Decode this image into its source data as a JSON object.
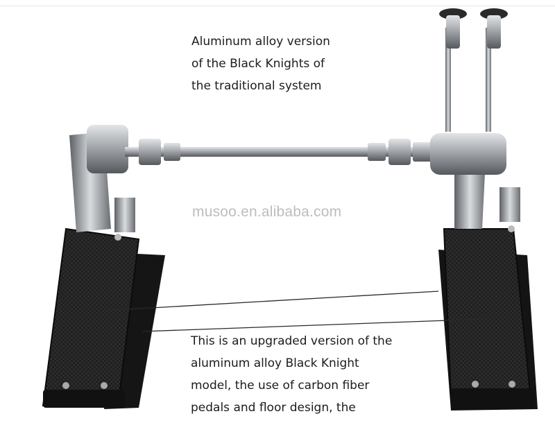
{
  "caption_top": {
    "lines": [
      "Aluminum alloy version",
      "of the Black Knights of",
      "the traditional system"
    ]
  },
  "caption_bottom": {
    "lines": [
      "This is an upgraded version of the",
      "aluminum alloy Black Knight",
      "model, the use of carbon fiber",
      "pedals and floor design, the"
    ]
  },
  "watermark": {
    "text": "musoo.en.alibaba.com"
  },
  "colors": {
    "carbon": "#1e1e1e",
    "carbon_light": "#3a3a3a",
    "metal": "#9a9ea2",
    "metal_dark": "#5b5f63",
    "metal_light": "#d4d7da",
    "pointer_line": "#2a2a2a"
  }
}
